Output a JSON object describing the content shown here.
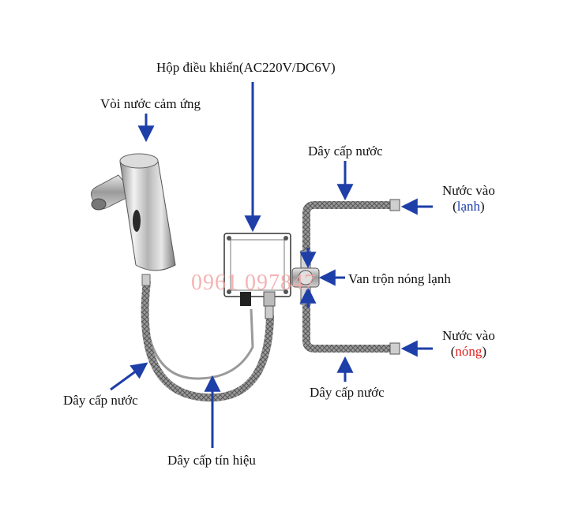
{
  "labels": {
    "control_box": "Hộp điều khiển(AC220V/DC6V)",
    "faucet": "Vòi nước cảm ứng",
    "supply_top": "Dây cấp nước",
    "cold_in_line1": "Nước vào",
    "cold_in_open": "(",
    "cold_in_word": "lạnh",
    "cold_in_close": ")",
    "mixing_valve": "Van trộn nóng lạnh",
    "hot_in_line1": "Nước vào",
    "hot_in_open": "(",
    "hot_in_word": "nóng",
    "hot_in_close": ")",
    "supply_bottom": "Dây cấp nước",
    "supply_left": "Dây cấp nước",
    "signal_cable": "Dây cấp tín hiệu"
  },
  "watermark": "0961 097847",
  "colors": {
    "arrow": "#1e3fa8",
    "cold_text": "#1e3fa8",
    "hot_text": "#e02020",
    "watermark": "#f4a6a6"
  }
}
